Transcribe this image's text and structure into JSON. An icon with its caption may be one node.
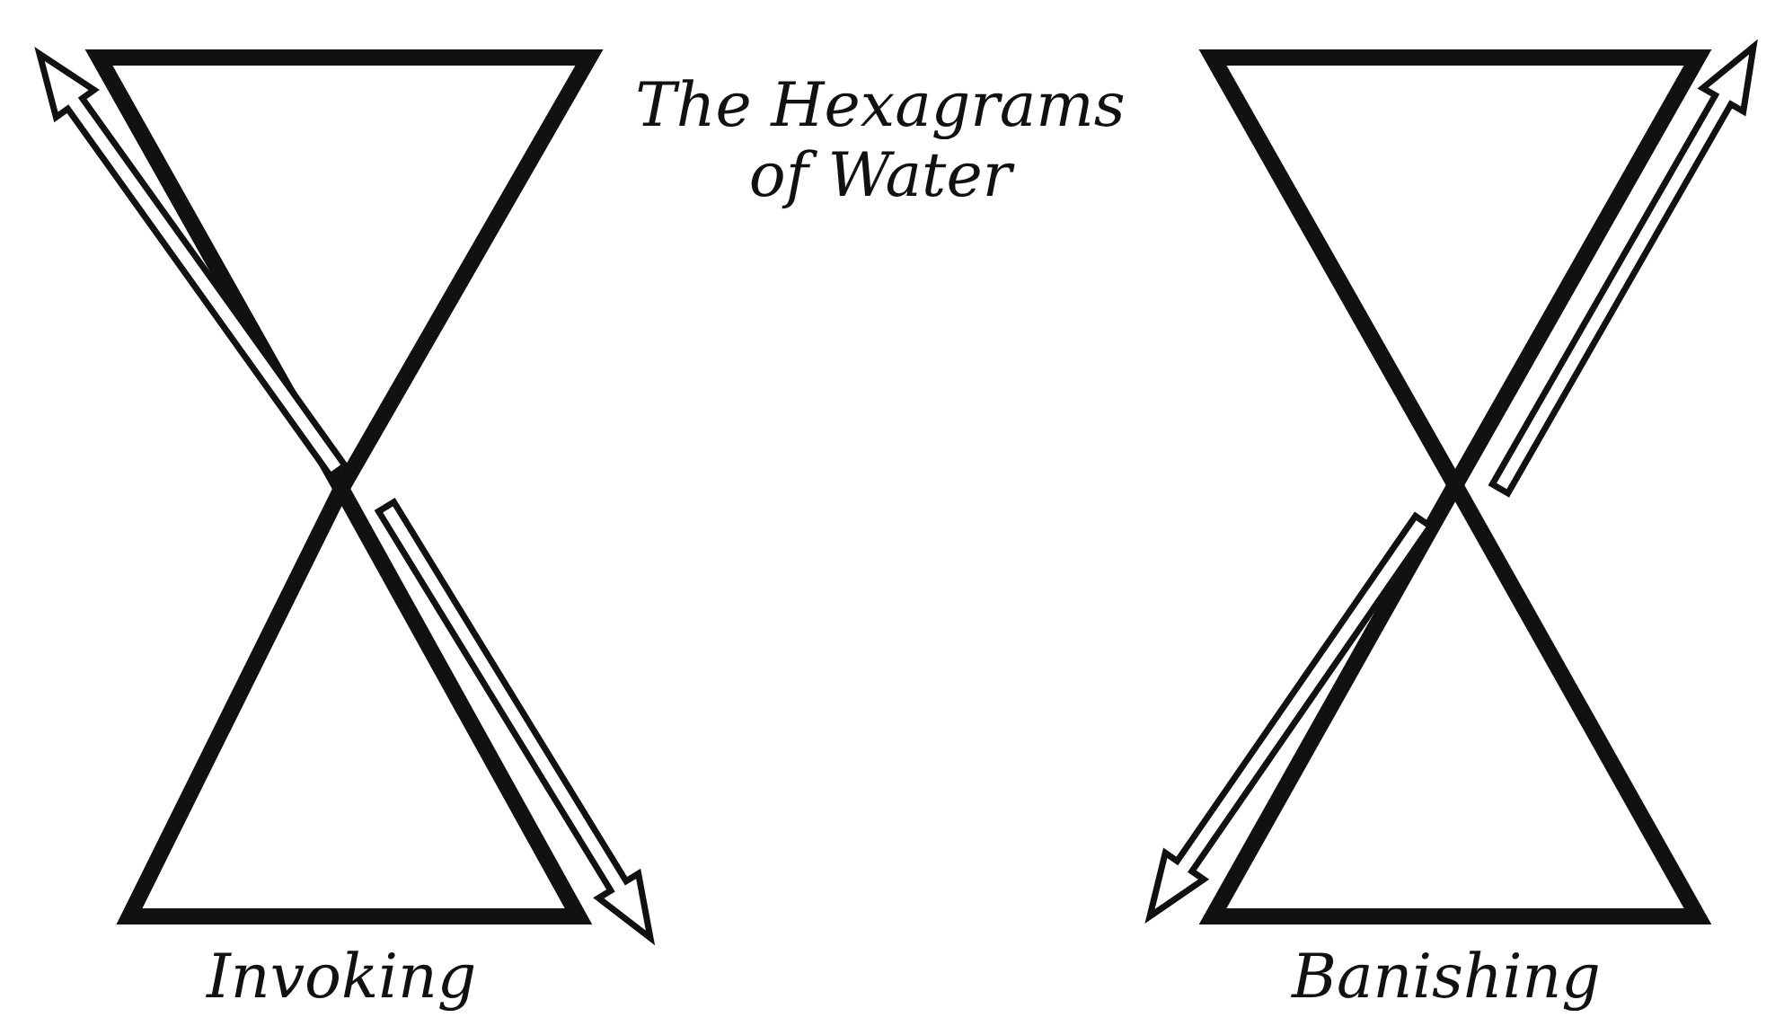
{
  "diagram": {
    "title": "The Hexagrams of Water",
    "labels": [
      "Invoking",
      "Banishing"
    ]
  }
}
